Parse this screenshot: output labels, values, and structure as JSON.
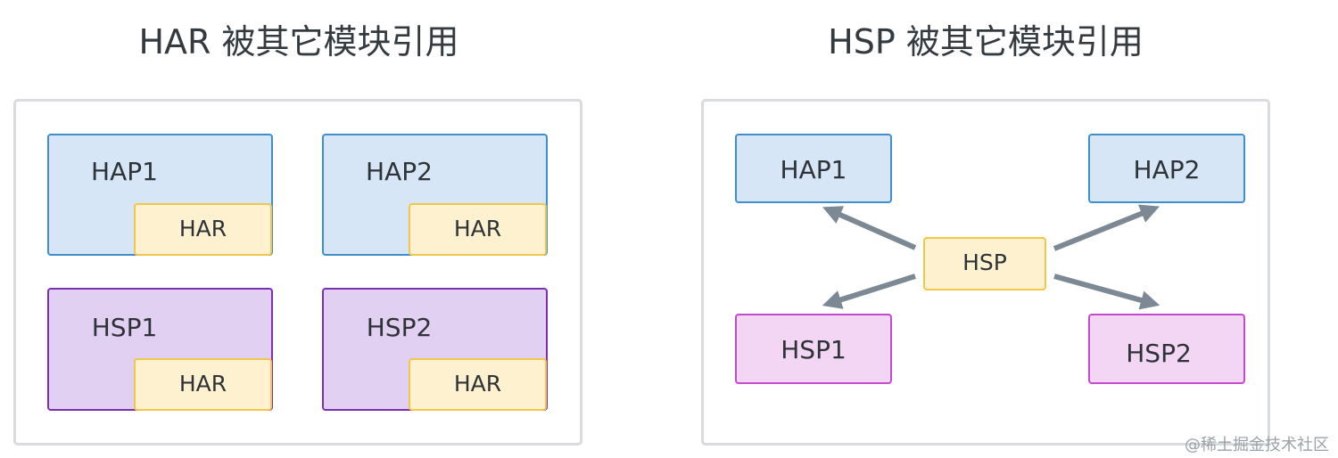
{
  "colors": {
    "hap_fill": "#d6e6f6",
    "hap_stroke": "#3f8fcd",
    "hsp_fill": "#e1d0f2",
    "hsp_stroke": "#7b2fb4",
    "hsp2_fill": "#f2d6f3",
    "hsp2_stroke": "#c44ad0",
    "har_fill": "#fdf1cf",
    "har_stroke": "#f0c64b",
    "arrow": "#7c8893"
  },
  "left": {
    "title": "HAR 被其它模块引用",
    "modules": [
      {
        "name": "HAP1",
        "kind": "hap",
        "inner": "HAR"
      },
      {
        "name": "HAP2",
        "kind": "hap",
        "inner": "HAR"
      },
      {
        "name": "HSP1",
        "kind": "hsp",
        "inner": "HAR"
      },
      {
        "name": "HSP2",
        "kind": "hsp",
        "inner": "HAR"
      }
    ]
  },
  "right": {
    "title": "HSP 被其它模块引用",
    "center": "HSP",
    "modules": [
      {
        "name": "HAP1",
        "kind": "hap"
      },
      {
        "name": "HAP2",
        "kind": "hap"
      },
      {
        "name": "HSP1",
        "kind": "hsp"
      },
      {
        "name": "HSP2",
        "kind": "hsp"
      }
    ]
  },
  "watermark": "@稀土掘金技术社区"
}
